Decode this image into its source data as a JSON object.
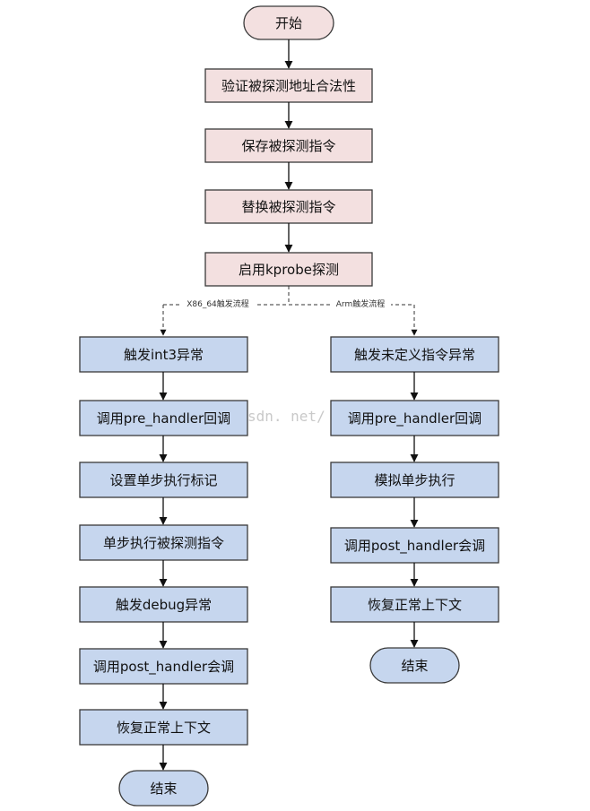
{
  "colors": {
    "top_fill": "#f3e0e0",
    "branch_fill": "#c6d6ee",
    "stroke": "#3a3a3a",
    "arrow": "#111111"
  },
  "top": {
    "start": "开始",
    "steps": [
      "验证被探测地址合法性",
      "保存被探测指令",
      "替换被探测指令",
      "启用kprobe探测"
    ]
  },
  "branches": {
    "x86_label": "X86_64触发流程",
    "arm_label": "Arm触发流程"
  },
  "x86": {
    "steps": [
      "触发int3异常",
      "调用pre_handler回调",
      "设置单步执行标记",
      "单步执行被探测指令",
      "触发debug异常",
      "调用post_handler会调",
      "恢复正常上下文"
    ],
    "end": "结束"
  },
  "arm": {
    "steps": [
      "触发未定义指令异常",
      "调用pre_handler回调",
      "模拟单步执行",
      "调用post_handler会调",
      "恢复正常上下文"
    ],
    "end": "结束"
  },
  "watermark": "sdn. net/"
}
